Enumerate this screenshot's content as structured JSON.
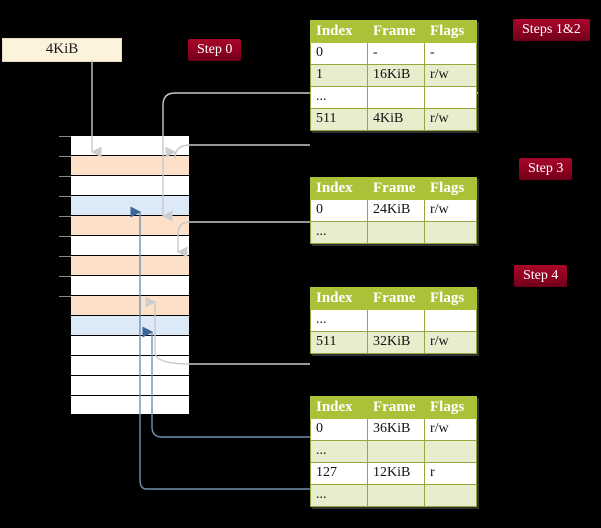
{
  "labels": {
    "steps12": "Steps 1&2",
    "step0": "Step 0",
    "step3": "Step 3",
    "step4": "Step 4"
  },
  "source_box": {
    "text": "4KiB"
  },
  "table_headers": {
    "index": "Index",
    "frame": "Frame",
    "flags": "Flags"
  },
  "tables": [
    {
      "name": "pml4-table",
      "rows": [
        {
          "index": "0",
          "frame": "-",
          "flags": "-",
          "shade": "plain",
          "highlight": false
        },
        {
          "index": "1",
          "frame": "16KiB",
          "flags": "r/w",
          "shade": "alt",
          "highlight": false
        },
        {
          "index": "...",
          "frame": "",
          "flags": "",
          "shade": "plain",
          "highlight": false
        },
        {
          "index": "511",
          "frame": "4KiB",
          "flags": "r/w",
          "shade": "alt",
          "highlight": true
        }
      ]
    },
    {
      "name": "pdpt-table",
      "rows": [
        {
          "index": "0",
          "frame": "24KiB",
          "flags": "r/w",
          "shade": "plain",
          "highlight": false
        },
        {
          "index": "...",
          "frame": "",
          "flags": "",
          "shade": "alt",
          "highlight": false
        }
      ]
    },
    {
      "name": "pd-table",
      "rows": [
        {
          "index": "...",
          "frame": "",
          "flags": "",
          "shade": "plain",
          "highlight": false
        },
        {
          "index": "511",
          "frame": "32KiB",
          "flags": "r/w",
          "shade": "alt",
          "highlight": false
        }
      ]
    },
    {
      "name": "pt-table",
      "rows": [
        {
          "index": "0",
          "frame": "36KiB",
          "flags": "r/w",
          "shade": "plain",
          "highlight": false
        },
        {
          "index": "...",
          "frame": "",
          "flags": "",
          "shade": "alt",
          "highlight": false
        },
        {
          "index": "127",
          "frame": "12KiB",
          "flags": "r",
          "shade": "plain",
          "highlight": false
        },
        {
          "index": "...",
          "frame": "",
          "flags": "",
          "shade": "alt",
          "highlight": false
        }
      ]
    }
  ],
  "memory_grid": {
    "rows": [
      {
        "fill": "white"
      },
      {
        "fill": "orange"
      },
      {
        "fill": "white"
      },
      {
        "fill": "blue"
      },
      {
        "fill": "orange"
      },
      {
        "fill": "white"
      },
      {
        "fill": "orange"
      },
      {
        "fill": "white"
      },
      {
        "fill": "orange"
      },
      {
        "fill": "blue"
      },
      {
        "fill": "white"
      },
      {
        "fill": "white"
      },
      {
        "fill": "white"
      },
      {
        "fill": "white"
      }
    ]
  },
  "colors": {
    "background": "#000000",
    "label_red": "#8e0121",
    "table_header_green": "#aac238",
    "table_alt_row": "#e7eecd",
    "highlight_yellow": "#fcfcae",
    "box_cream": "#fdf3dc",
    "frame_orange": "#fde0c8",
    "frame_blue": "#dce9f7",
    "gray_arrow": "#c9c9c9",
    "blue_arrow": "#5a7fad"
  }
}
